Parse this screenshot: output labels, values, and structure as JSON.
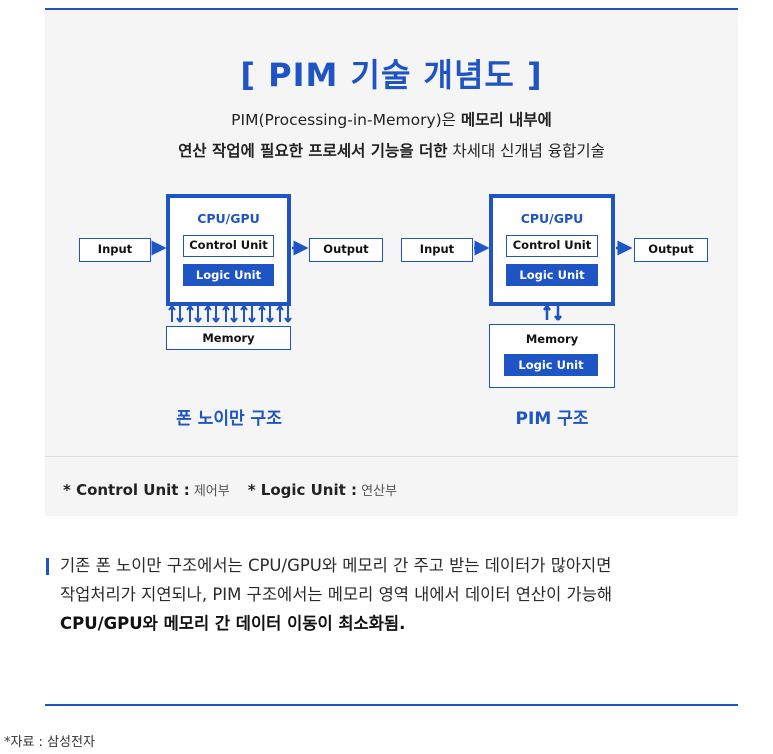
{
  "title": "[ PIM 기술 개념도 ]",
  "subtitle": {
    "line1_prefix": "PIM(Processing-in-Memory)은 ",
    "line1_bold": "메모리 내부에",
    "line2_bold": "연산 작업에 필요한 프로세서 기능을 더한",
    "line2_suffix": " 차세대 신개념 융합기술"
  },
  "von_neumann": {
    "processor_title": "CPU/GPU",
    "control_unit": "Control Unit",
    "logic_unit": "Logic Unit",
    "input": "Input",
    "output": "Output",
    "memory": "Memory",
    "caption": "폰 노이만 구조"
  },
  "pim": {
    "processor_title": "CPU/GPU",
    "control_unit": "Control Unit",
    "logic_unit": "Logic Unit",
    "input": "Input",
    "output": "Output",
    "memory": "Memory",
    "memory_logic_unit": "Logic Unit",
    "caption": "PIM 구조"
  },
  "legend": {
    "item1_term": "* Control Unit :",
    "item1_value": " 제어부",
    "item2_term": "* Logic Unit :",
    "item2_value": " 연산부"
  },
  "body": {
    "line1": "기존 폰 노이만 구조에서는 CPU/GPU와 메모리 간 주고 받는 데이터가 많아지면",
    "line2": "작업처리가 지연되나, PIM 구조에서는 메모리 영역 내에서 데이터 연산이 가능해",
    "line3_bold": "CPU/GPU와 메모리 간 데이터 이동이 최소화됨."
  },
  "source": "*자료 : 삼성전자",
  "colors": {
    "accent": "#1e54c4",
    "card_bg": "#f5f5f5"
  }
}
